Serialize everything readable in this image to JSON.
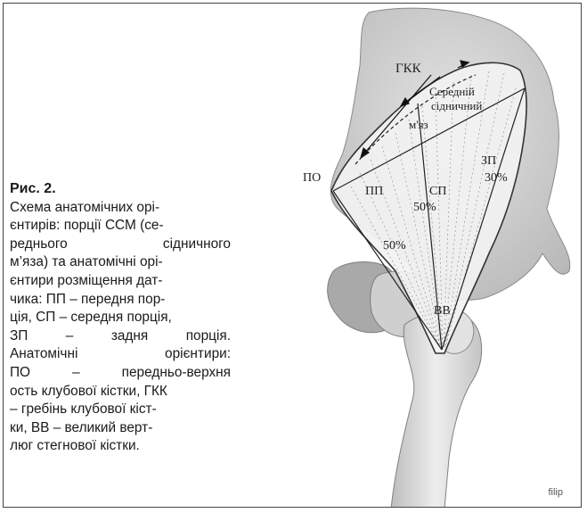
{
  "caption": {
    "figure_number": "Рис. 2.",
    "lines": [
      "Схема анатомічних орі-",
      "єнтирів: порції ССМ (се-",
      "реднього сідничного",
      "м’яза) та анатомічні орі-",
      "єнтири розміщення дат-",
      "чика: ПП – передня пор-",
      "ція, СП – середня порція,",
      "ЗП – задня порція.",
      "Анатомічні орієнтири:",
      "ПО – передньо-верхня",
      "ость клубової кістки, ГКК",
      "– гребінь клубової кіст-",
      "ки, ВВ – великий верт-",
      "люг стегнової кістки."
    ]
  },
  "figure": {
    "labels": {
      "gkk": "ГКК",
      "muscle_1": "Середній",
      "muscle_2": "сідничний",
      "muscle_3": "м'яз",
      "po": "ПО",
      "pp": "ПП",
      "sp": "СП",
      "zp": "ЗП",
      "pct_sp": "50%",
      "pct_zp": "30%",
      "pct_pp": "50%",
      "vv": "ВВ"
    },
    "credit": "filip"
  }
}
